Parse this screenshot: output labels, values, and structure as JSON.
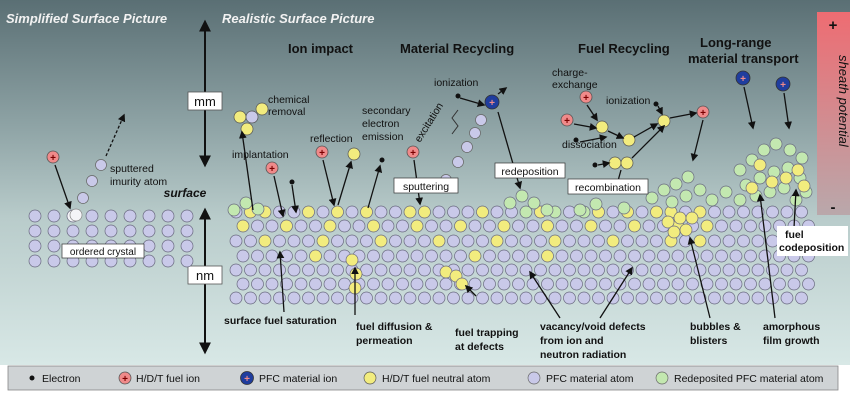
{
  "headers": {
    "simplified": "Simplified Surface Picture",
    "realistic": "Realistic Surface Picture",
    "ion_impact": "Ion impact",
    "material_recycling": "Material Recycling",
    "fuel_recycling": "Fuel Recycling",
    "long_range_1": "Long-range",
    "long_range_2": "material transport"
  },
  "scale": {
    "mm": "mm",
    "surface": "surface",
    "nm": "nm"
  },
  "sheath": {
    "label": "sheath potential",
    "plus": "+",
    "minus": "-"
  },
  "labels": {
    "sputtered_1": "sputtered",
    "sputtered_2": "imurity atom",
    "ordered_crystal": "ordered crystal",
    "chemical_1": "chemical",
    "chemical_2": "removal",
    "implantation": "implantation",
    "reflection": "reflection",
    "secondary_1": "secondary",
    "secondary_2": "electron",
    "secondary_3": "emission",
    "ionization_1": "ionization",
    "excitation": "excitation",
    "sputtering": "sputtering",
    "redeposition": "redeposition",
    "charge_1": "charge-",
    "charge_2": "exchange",
    "ionization_2": "ionization",
    "dissociation": "dissociation",
    "recombination": "recombination",
    "fuel_codep_1": "fuel",
    "fuel_codep_2": "codeposition",
    "surface_fuel_saturation": "surface fuel saturation",
    "fuel_diffusion_1": "fuel diffusion &",
    "fuel_diffusion_2": "permeation",
    "fuel_trapping_1": "fuel trapping",
    "fuel_trapping_2": "at defects",
    "vacancy_1": "vacancy/void defects",
    "vacancy_2": "from ion and",
    "vacancy_3": "neutron radiation",
    "bubbles_1": "bubbles &",
    "bubbles_2": "blisters",
    "amorphous_1": "amorphous",
    "amorphous_2": "film growth"
  },
  "legend": {
    "electron": "Electron",
    "fuel_ion": "H/D/T fuel  ion",
    "pfc_ion": "PFC material ion",
    "fuel_neutral": "H/D/T fuel  neutral atom",
    "pfc_atom": "PFC material atom",
    "redeposited": "Redeposited PFC material atom"
  },
  "colors": {
    "pfc_atom": "#c9c9e9",
    "fuel_atom": "#f2ec7e",
    "redeposited": "#c3e8b0",
    "fuel_ion": "#f08a8a",
    "pfc_ion": "#1f3d9e",
    "sheath_top": "#ee6c72",
    "sheath_bottom": "#b9a8ab"
  }
}
